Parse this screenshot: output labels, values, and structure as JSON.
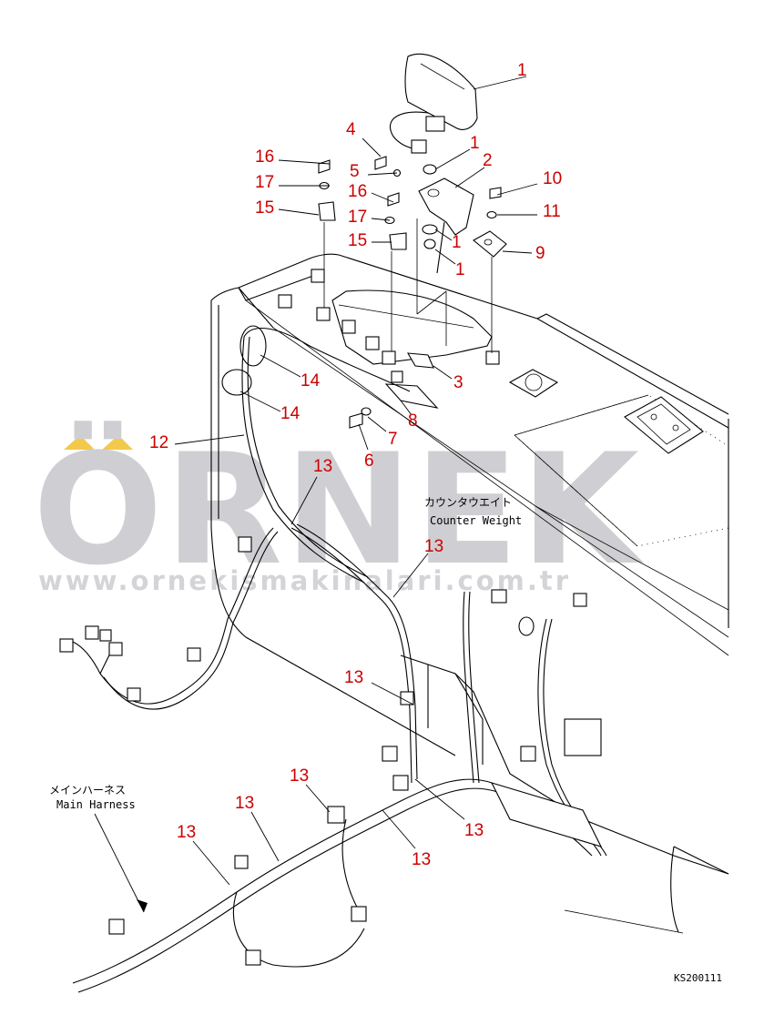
{
  "drawing": {
    "code": "KS200111",
    "counterweight_label_jp": "カウンタウエイト",
    "counterweight_label_en": "Counter Weight",
    "main_harness_label_jp": "メインハーネス",
    "main_harness_label_en": "Main Harness"
  },
  "watermark": {
    "brand": "ÖRNEK",
    "url": "www.ornekismakinalari.com.tr"
  },
  "callouts": [
    {
      "id": "c1a",
      "text": "1"
    },
    {
      "id": "c1b",
      "text": "1"
    },
    {
      "id": "c2",
      "text": "2"
    },
    {
      "id": "c4",
      "text": "4"
    },
    {
      "id": "c16a",
      "text": "16"
    },
    {
      "id": "c5",
      "text": "5"
    },
    {
      "id": "c10",
      "text": "10"
    },
    {
      "id": "c17a",
      "text": "17"
    },
    {
      "id": "c16b",
      "text": "16"
    },
    {
      "id": "c11",
      "text": "11"
    },
    {
      "id": "c15a",
      "text": "15"
    },
    {
      "id": "c17b",
      "text": "17"
    },
    {
      "id": "c1c",
      "text": "1"
    },
    {
      "id": "c9",
      "text": "9"
    },
    {
      "id": "c15b",
      "text": "15"
    },
    {
      "id": "c1d",
      "text": "1"
    },
    {
      "id": "c3",
      "text": "3"
    },
    {
      "id": "c14a",
      "text": "14"
    },
    {
      "id": "c14b",
      "text": "14"
    },
    {
      "id": "c8",
      "text": "8"
    },
    {
      "id": "c7",
      "text": "7"
    },
    {
      "id": "c12",
      "text": "12"
    },
    {
      "id": "c6",
      "text": "6"
    },
    {
      "id": "c13a",
      "text": "13"
    },
    {
      "id": "c13b",
      "text": "13"
    },
    {
      "id": "c13c",
      "text": "13"
    },
    {
      "id": "c13d",
      "text": "13"
    },
    {
      "id": "c13e",
      "text": "13"
    },
    {
      "id": "c13f",
      "text": "13"
    },
    {
      "id": "c13g",
      "text": "13"
    },
    {
      "id": "c13h",
      "text": "13"
    }
  ]
}
